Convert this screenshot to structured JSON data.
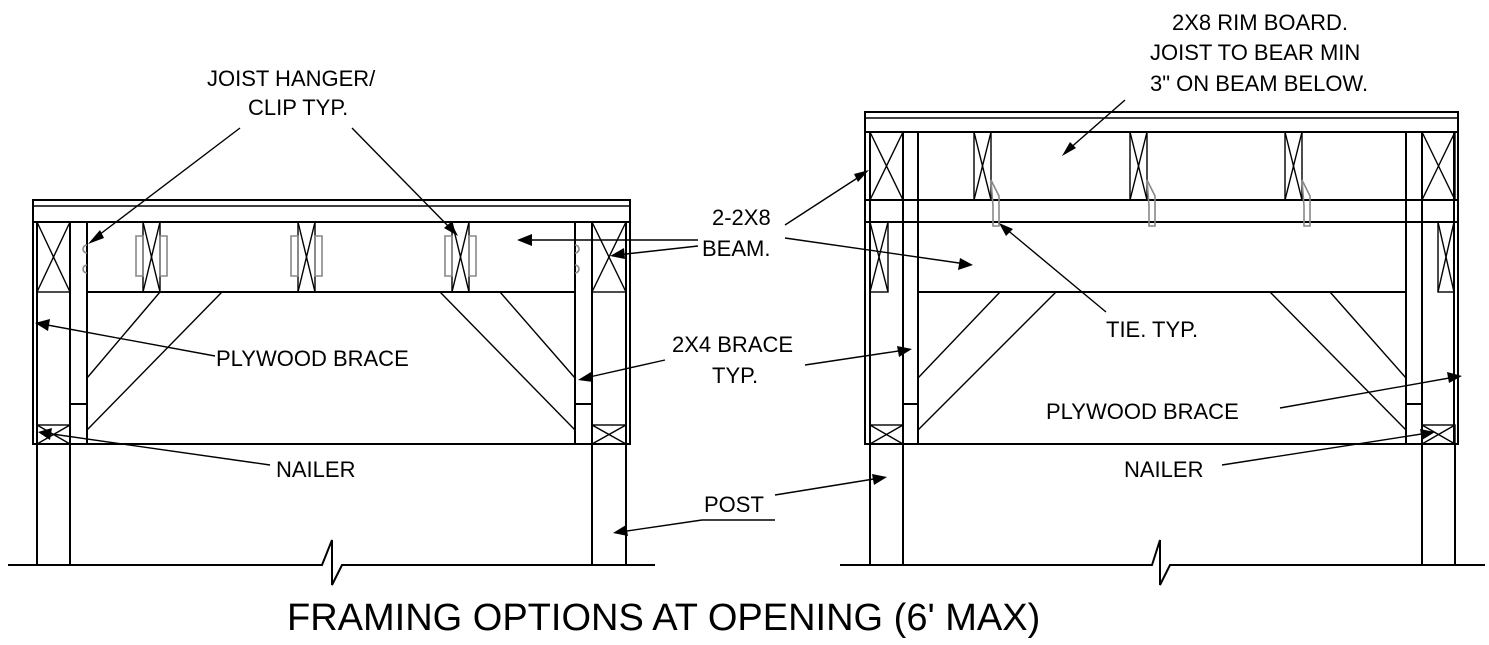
{
  "title": "FRAMING OPTIONS AT OPENING (6' MAX)",
  "labels": {
    "joist_hanger_1": "JOIST HANGER/",
    "joist_hanger_2": "CLIP TYP.",
    "rim_board_1": "2X8 RIM BOARD.",
    "rim_board_2": "JOIST TO BEAR MIN",
    "rim_board_3": "3\" ON BEAM BELOW.",
    "beam_1": "2-2X8",
    "beam_2": "BEAM.",
    "plywood_brace_left": "PLYWOOD BRACE",
    "brace_1": "2X4 BRACE",
    "brace_2": "TYP.",
    "tie": "TIE. TYP.",
    "plywood_brace_right": "PLYWOOD BRACE",
    "nailer_left": "NAILER",
    "nailer_right": "NAILER",
    "post": "POST"
  }
}
